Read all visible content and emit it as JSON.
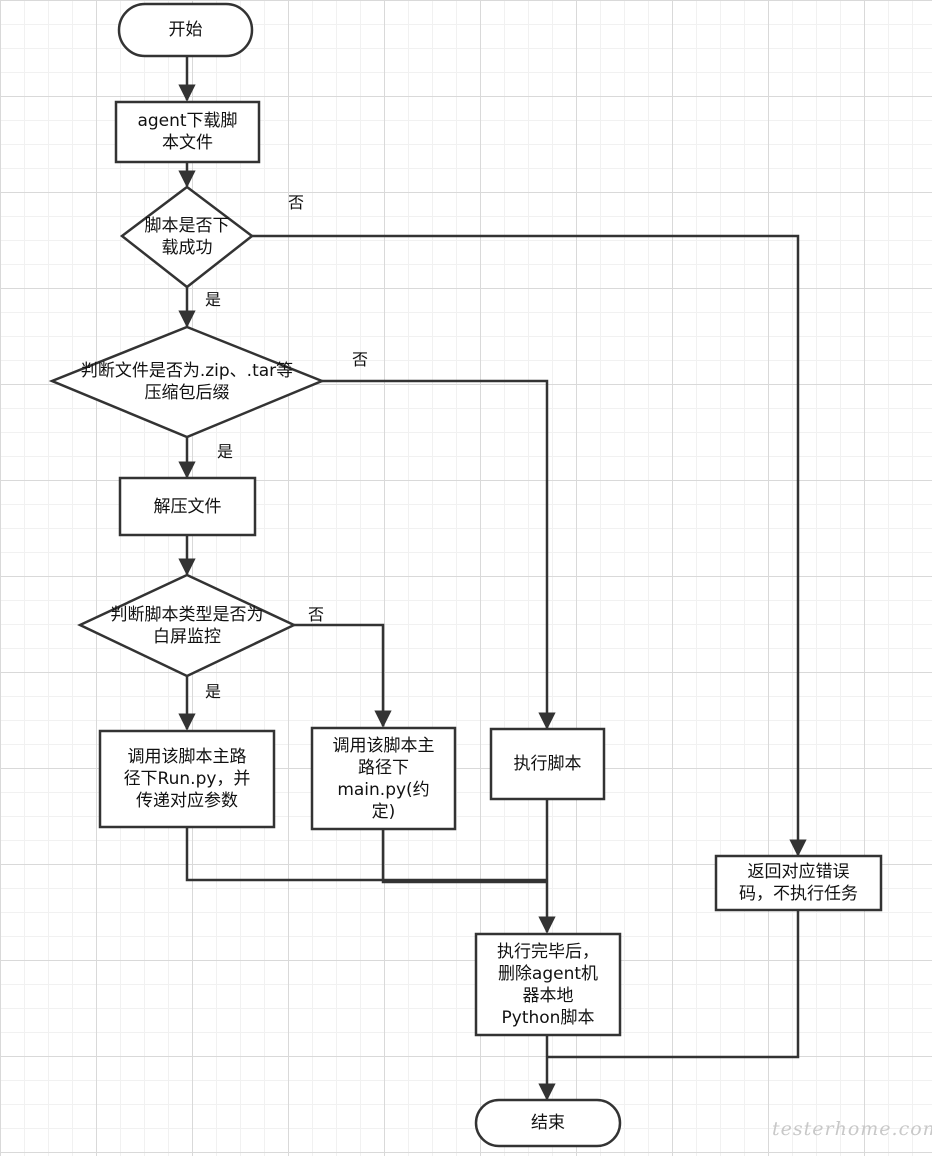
{
  "nodes": {
    "start": "开始",
    "download": "agent下载脚\n本文件",
    "check_download": "脚本是否下\n载成功",
    "check_archive": "判断文件是否为.zip、.tar等\n压缩包后缀",
    "unzip": "解压文件",
    "check_type": "判断脚本类型是否为\n白屏监控",
    "run_py": "调用该脚本主路\n径下Run.py，并\n传递对应参数",
    "main_py": "调用该脚本主\n路径下\nmain.py(约\n定)",
    "exec_script": "执行脚本",
    "error_code": "返回对应错误\n码，不执行任务",
    "cleanup": "执行完毕后，\n删除agent机\n器本地\nPython脚本",
    "end": "结束"
  },
  "edge_labels": {
    "download_no": "否",
    "download_yes": "是",
    "archive_no": "否",
    "archive_yes": "是",
    "type_no": "否",
    "type_yes": "是"
  },
  "watermark": "testerhome.com",
  "colors": {
    "stroke": "#333333",
    "fill": "#ffffff",
    "text": "#111111"
  }
}
